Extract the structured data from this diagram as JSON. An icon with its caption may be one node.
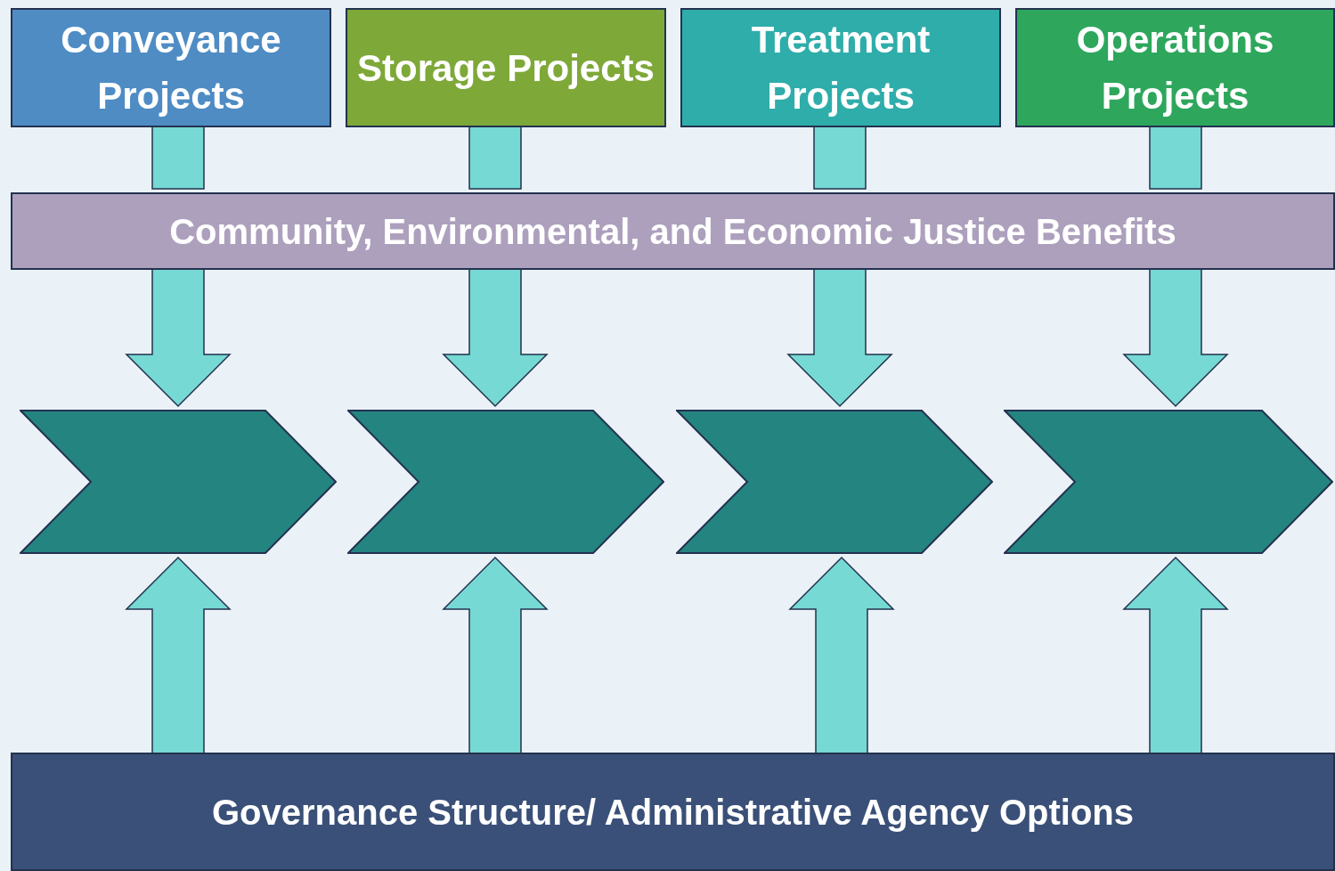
{
  "diagram": {
    "nodes": [
      {
        "text": [
          "Conveyance Projects"
        ]
      },
      {
        "text": [
          "Storage Projects"
        ]
      },
      {
        "text": [
          "Treatment Projects"
        ]
      },
      {
        "text": [
          "Operations Projects"
        ]
      },
      {
        "text": [
          "Community, Environmental, and Economic Justice Benefits"
        ]
      },
      {
        "text": [],
        "shape": "chevron"
      },
      {
        "text": [],
        "shape": "chevron"
      },
      {
        "text": [],
        "shape": "chevron"
      },
      {
        "text": [],
        "shape": "chevron"
      },
      {
        "text": [
          "Governance Structure/ Administrative Agency Options"
        ]
      }
    ],
    "edges": [
      {
        "from": 0,
        "to": 4,
        "arrow": "none"
      },
      {
        "from": 1,
        "to": 4,
        "arrow": "none"
      },
      {
        "from": 2,
        "to": 4,
        "arrow": "none"
      },
      {
        "from": 3,
        "to": 4,
        "arrow": "none"
      },
      {
        "from": 4,
        "to": 5,
        "arrow": "to"
      },
      {
        "from": 4,
        "to": 6,
        "arrow": "to"
      },
      {
        "from": 4,
        "to": 7,
        "arrow": "to"
      },
      {
        "from": 4,
        "to": 8,
        "arrow": "to"
      },
      {
        "from": 9,
        "to": 5,
        "arrow": "to"
      },
      {
        "from": 9,
        "to": 6,
        "arrow": "to"
      },
      {
        "from": 9,
        "to": 7,
        "arrow": "to"
      },
      {
        "from": 9,
        "to": 8,
        "arrow": "to"
      }
    ]
  }
}
